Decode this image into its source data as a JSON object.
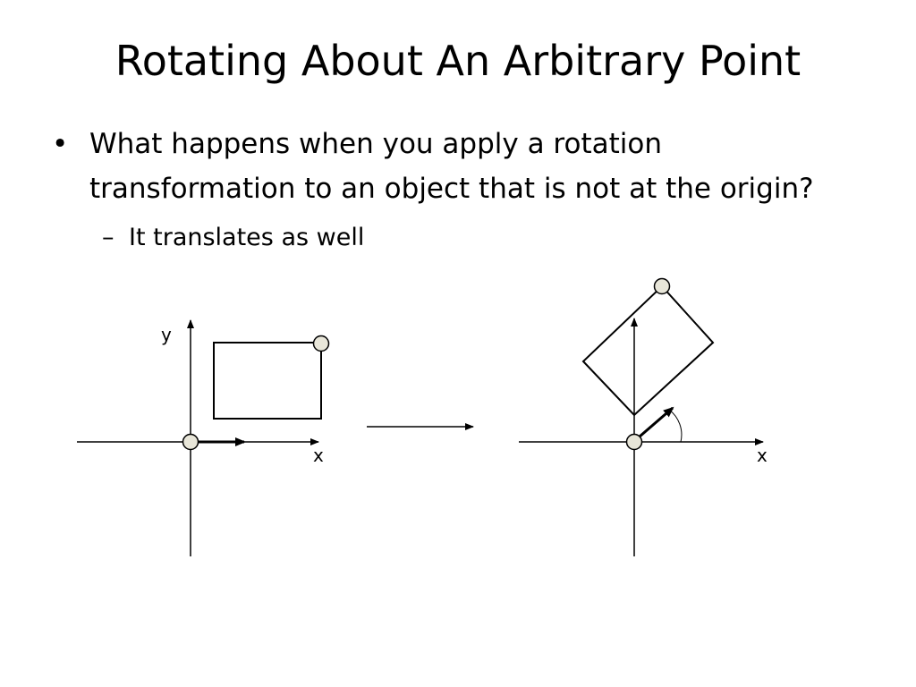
{
  "slide": {
    "title": "Rotating About An Arbitrary Point",
    "bullets": [
      {
        "marker": "•",
        "text": "What happens when you apply a rotation transformation to an object that is not at the origin?"
      }
    ],
    "sub_bullets": [
      {
        "marker": "–",
        "text": "It translates as well"
      }
    ]
  },
  "diagram": {
    "before": {
      "y_label": "y",
      "x_label": "x"
    },
    "after": {
      "x_label": "x"
    },
    "colors": {
      "stroke": "#000000",
      "point_fill": "#e8e6d9"
    }
  }
}
